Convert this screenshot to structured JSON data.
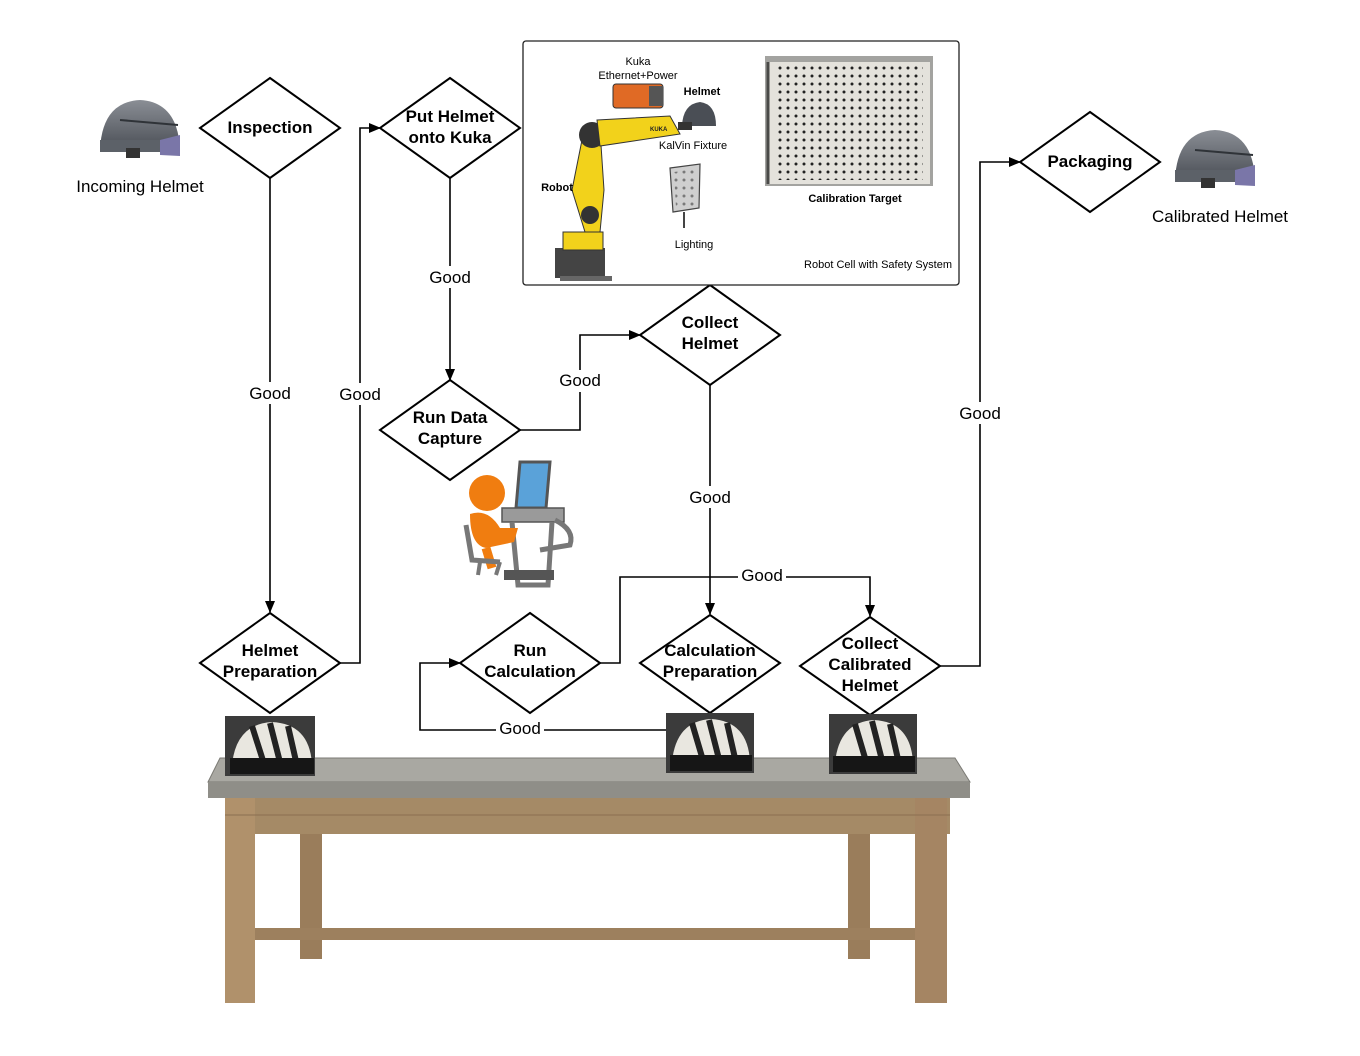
{
  "nodes": {
    "inspection": [
      "Inspection"
    ],
    "put_helmet": [
      "Put Helmet",
      "onto Kuka"
    ],
    "run_capture": [
      "Run Data",
      "Capture"
    ],
    "collect_helmet": [
      "Collect",
      "Helmet"
    ],
    "helmet_prep": [
      "Helmet",
      "Preparation"
    ],
    "run_calc": [
      "Run",
      "Calculation"
    ],
    "calc_prep": [
      "Calculation",
      "Preparation"
    ],
    "collect_calibrated": [
      "Collect",
      "Calibrated",
      "Helmet"
    ],
    "packaging": [
      "Packaging"
    ]
  },
  "edge_label": "Good",
  "captions": {
    "incoming": "Incoming Helmet",
    "calibrated": "Calibrated Helmet"
  },
  "robot_cell": {
    "kuka_line1": "Kuka",
    "kuka_line2": "Ethernet+Power",
    "helmet": "Helmet",
    "fixture": "KalVin Fixture",
    "robot": "Robot",
    "lighting": "Lighting",
    "target": "Calibration Target",
    "system": "Robot Cell with Safety System",
    "arm_brand": "KUKA"
  },
  "colors": {
    "robot_yellow": "#f2d21b",
    "person_orange": "#f07d10",
    "table_top": "#9e9d98",
    "table_wood": "#a88965"
  }
}
